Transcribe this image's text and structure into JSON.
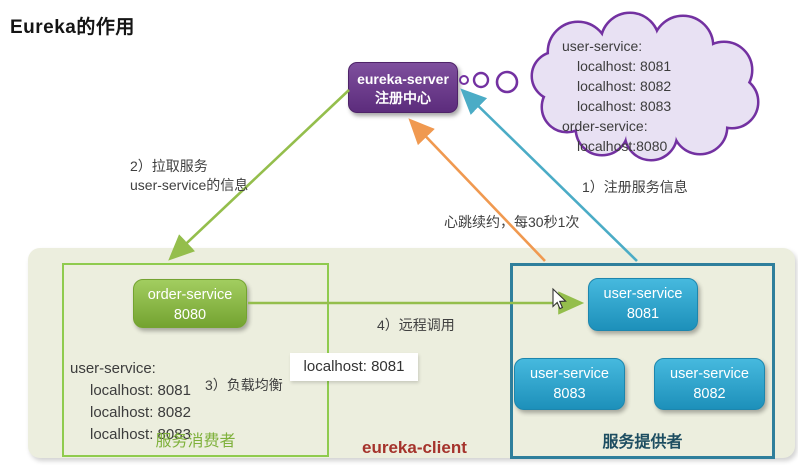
{
  "title": "Eureka的作用",
  "server": {
    "line1": "eureka-server",
    "line2": "注册中心"
  },
  "cloud": {
    "lines": [
      "user-service:",
      "localhost: 8081",
      "localhost: 8082",
      "localhost: 8083",
      "order-service:",
      "localhost:8080"
    ]
  },
  "labels": {
    "register": "1）注册服务信息",
    "pull_line1": "2）拉取服务",
    "pull_line2": "user-service的信息",
    "heartbeat": "心跳续约，每30秒1次",
    "load_balance": "3）负载均衡",
    "remote_call": "4）远程调用",
    "localhost_tag": "localhost: 8081",
    "eureka_client": "eureka-client"
  },
  "consumer": {
    "caption": "服务消费者",
    "service": {
      "name": "order-service",
      "port": "8080"
    },
    "registry_lines": [
      "user-service:",
      "localhost: 8081",
      "localhost: 8082",
      "localhost: 8083"
    ]
  },
  "provider": {
    "caption": "服务提供者",
    "services": [
      {
        "name": "user-service",
        "port": "8081"
      },
      {
        "name": "user-service",
        "port": "8083"
      },
      {
        "name": "user-service",
        "port": "8082"
      }
    ]
  },
  "colors": {
    "server_purple": "#6a3b85",
    "cloud_fill": "#e8e1f3",
    "cloud_stroke": "#7331a1",
    "consumer_border_green": "#8fcb4e",
    "service_node_green": "#85b13e",
    "provider_border_teal": "#2f7f9c",
    "service_node_blue": "#2ba3cb",
    "client_background": "#eceede",
    "arrow_green": "#94be4c",
    "arrow_orange": "#f09950",
    "arrow_teal": "#4bacc6",
    "eureka_client_red": "#a5332c",
    "caption_green": "#7fb13c",
    "caption_navy": "#1d4d61"
  }
}
